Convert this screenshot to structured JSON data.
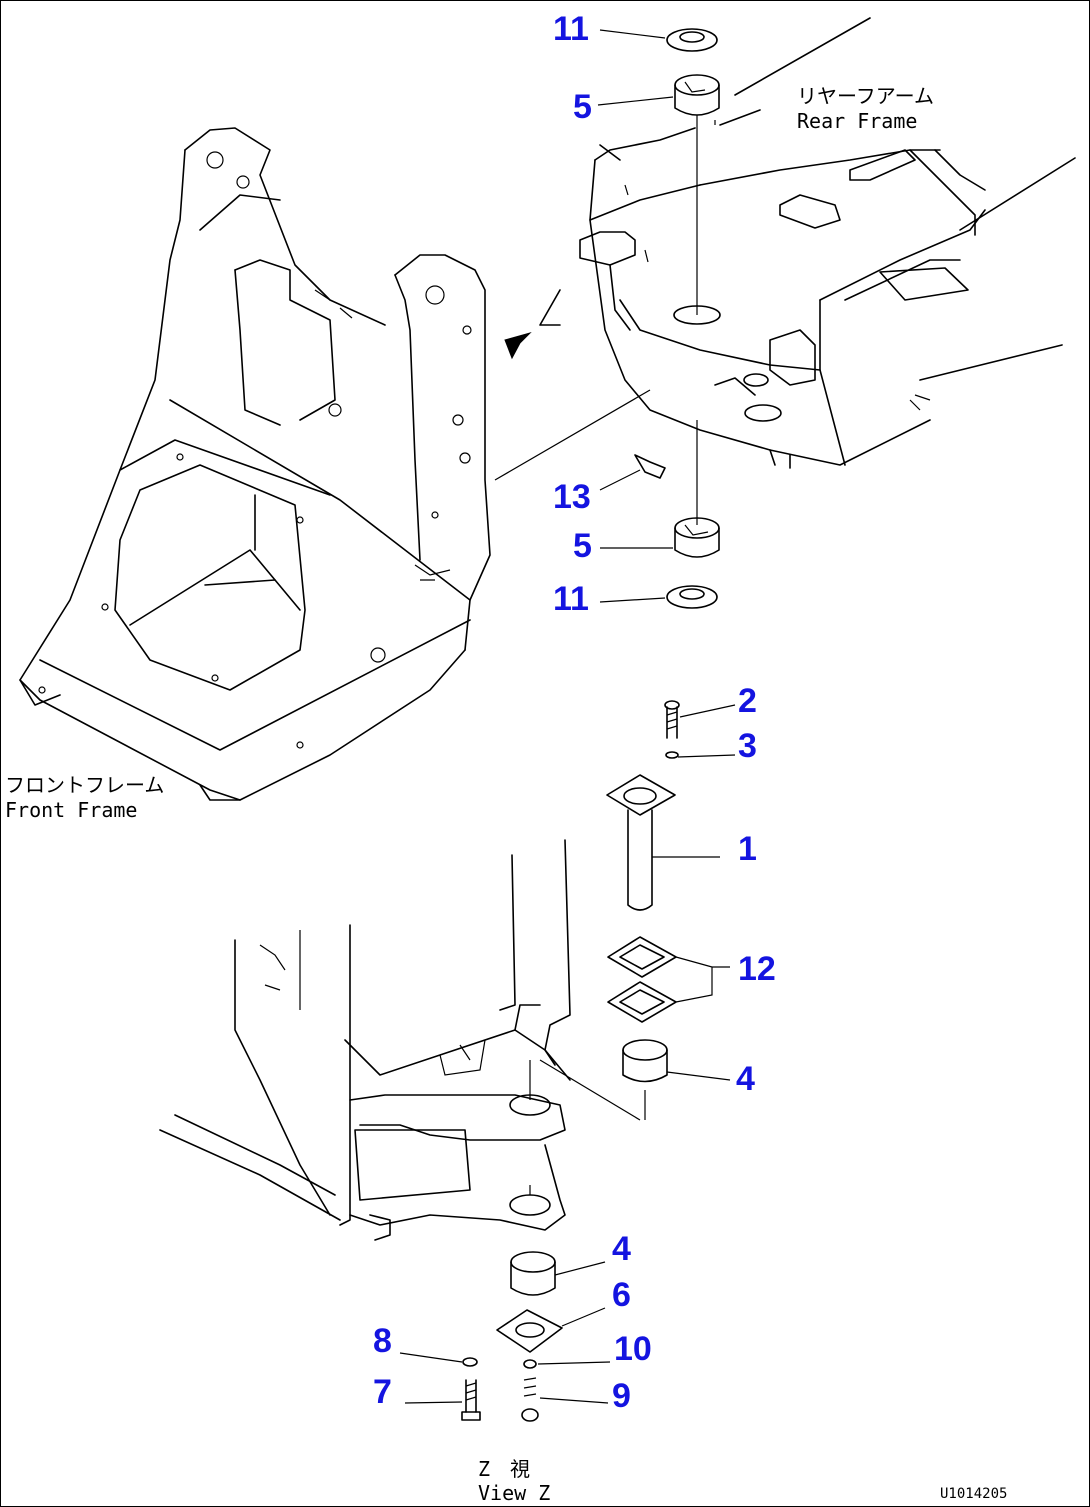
{
  "callouts": {
    "c11_top": "11",
    "c5_top": "5",
    "c13": "13",
    "c5_mid": "5",
    "c11_mid": "11",
    "c2": "2",
    "c3": "3",
    "c1": "1",
    "c12": "12",
    "c4_top": "4",
    "c4_bottom": "4",
    "c6": "6",
    "c8": "8",
    "c10": "10",
    "c7": "7",
    "c9": "9"
  },
  "labels": {
    "rear_frame_jp": "リヤーフアーム",
    "rear_frame_en": "Rear Frame",
    "front_frame_jp": "フロントフレーム",
    "front_frame_en": "Front Frame",
    "view_jp": "Z　視",
    "view_en": "View Z",
    "drawing_number": "U1014205"
  },
  "colors": {
    "callout": "#1414e0",
    "line": "#000000"
  }
}
